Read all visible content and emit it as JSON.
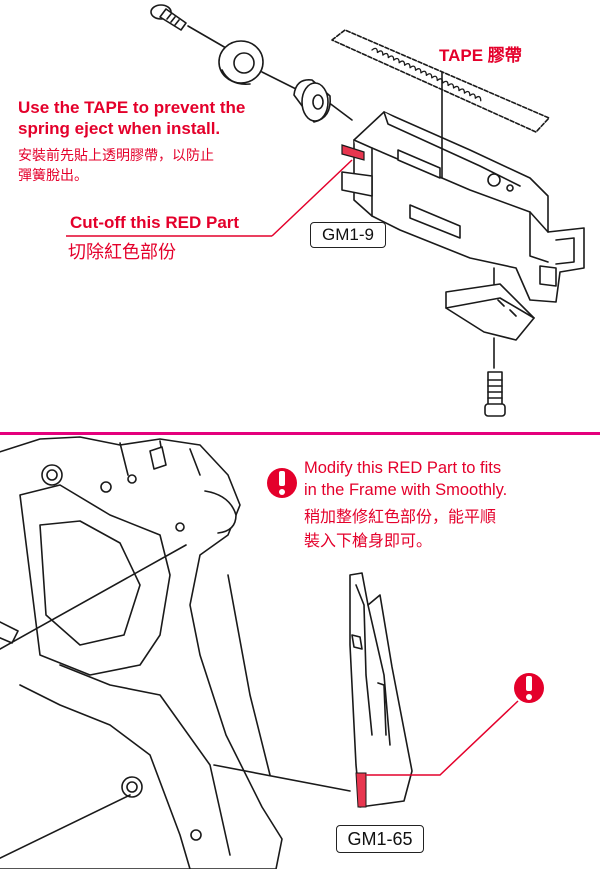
{
  "colors": {
    "accent": "#e4002b",
    "divider": "#e4007c",
    "line": "#1a1a1a",
    "part_fill": "#ffffff",
    "red_part": "#e8364f"
  },
  "top": {
    "tape_label": "TAPE 膠帶",
    "note_en_1": "Use the TAPE to prevent the",
    "note_en_2": "spring eject when install.",
    "note_cn_1": "安裝前先貼上透明膠帶，以防止",
    "note_cn_2": "彈簧脫出。",
    "cut_en": "Cut-off this RED Part",
    "cut_cn": "切除紅色部份",
    "part_id": "GM1-9"
  },
  "bottom": {
    "warn_icon": "exclamation-icon",
    "modify_en_1": "Modify this RED Part to fits",
    "modify_en_2": "in the Frame with Smoothly.",
    "modify_cn_1": "稍加整修紅色部份，能平順",
    "modify_cn_2": "裝入下槍身即可。",
    "part_id": "GM1-65"
  }
}
